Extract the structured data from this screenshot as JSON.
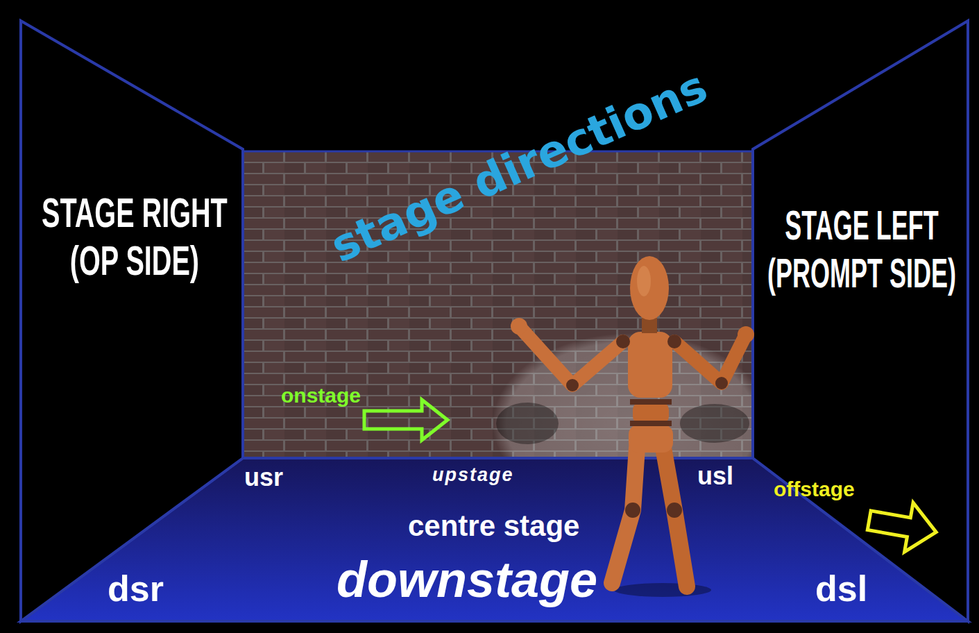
{
  "diagram": {
    "title": "stage directions",
    "labels": [
      "STAGE RIGHT (OP SIDE)",
      "STAGE LEFT (PROMPT SIDE)",
      "onstage",
      "offstage",
      "usr",
      "upstage",
      "usl",
      "centre stage",
      "downstage",
      "dsr",
      "dsl"
    ]
  }
}
